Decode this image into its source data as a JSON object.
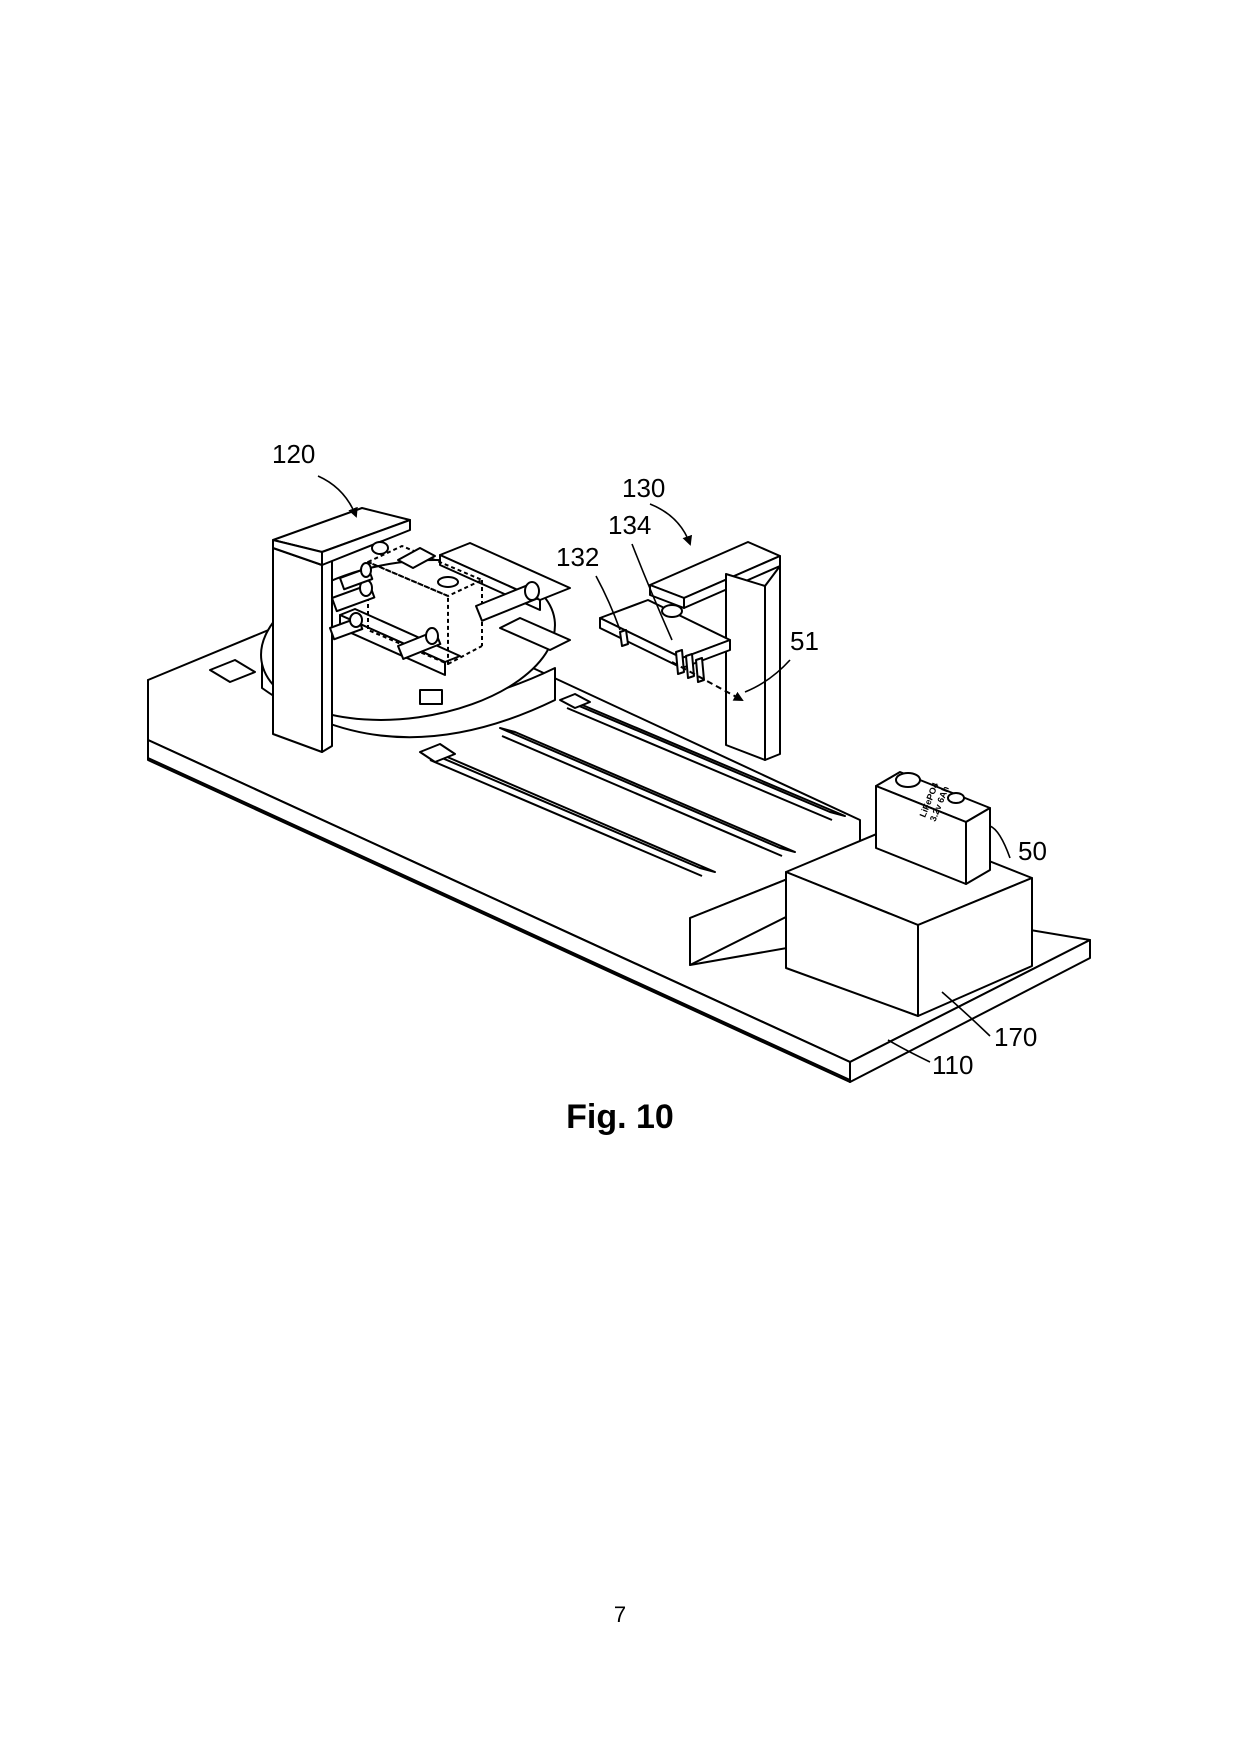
{
  "figure": {
    "caption": "Fig. 10",
    "page_number": "7",
    "battery_label_line1": "LiFePO4",
    "battery_label_line2": "3.2v 6Ah",
    "reference_numerals": {
      "gantry_120": "120",
      "gantry_130": "130",
      "probe_134": "134",
      "probe_132": "132",
      "path_51": "51",
      "battery_50": "50",
      "box_170": "170",
      "base_110": "110"
    }
  }
}
